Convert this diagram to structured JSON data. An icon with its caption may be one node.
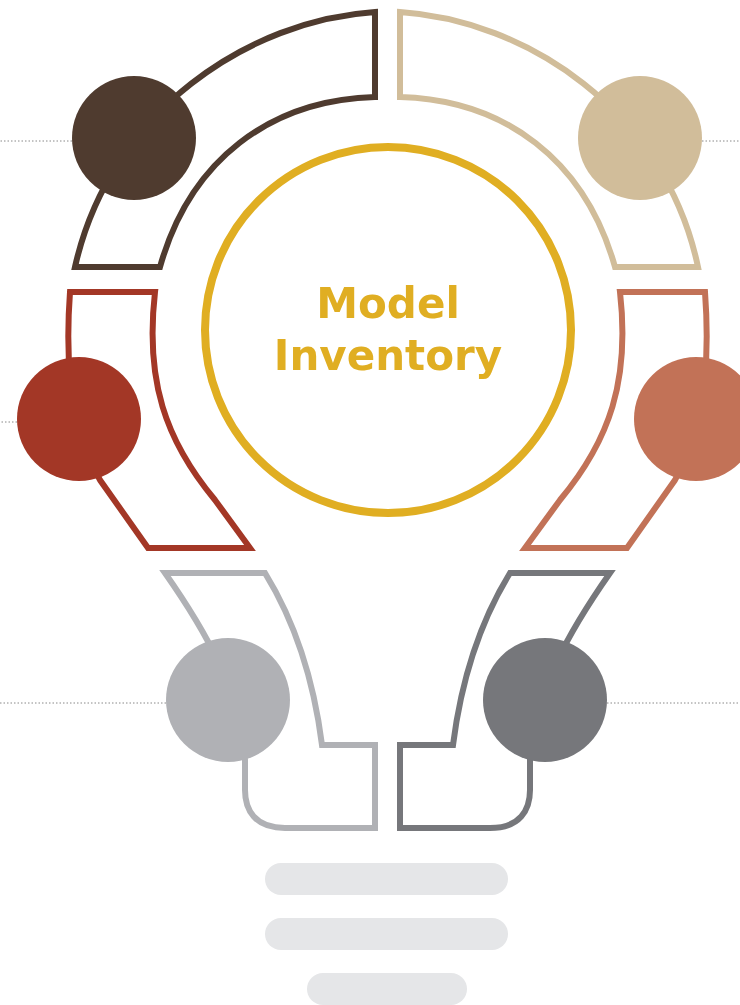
{
  "diagram": {
    "nodes": [
      {
        "text": [],
        "shape": "circle"
      },
      {
        "text": [],
        "shape": "circle"
      },
      {
        "text": [
          "Model Inventory"
        ]
      },
      {
        "text": [],
        "shape": "circle"
      },
      {
        "text": [],
        "shape": "circle"
      },
      {
        "text": [],
        "shape": "circle"
      },
      {
        "text": [],
        "shape": "circle"
      }
    ],
    "edges": [
      {
        "from": 0,
        "to": null,
        "arrow": "none"
      },
      {
        "from": 1,
        "to": null,
        "arrow": "none"
      },
      {
        "from": 3,
        "to": null,
        "arrow": "none"
      },
      {
        "from": 5,
        "to": null,
        "arrow": "none"
      },
      {
        "from": 6,
        "to": null,
        "arrow": "none"
      }
    ]
  }
}
